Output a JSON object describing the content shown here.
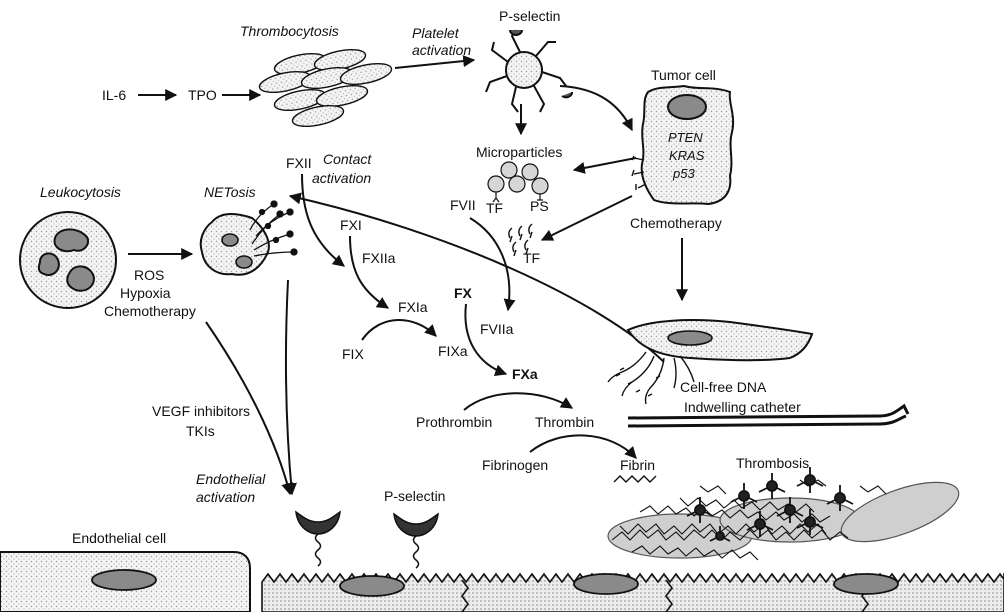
{
  "labels": {
    "il6": "IL-6",
    "tpo": "TPO",
    "thrombocytosis": "Thrombocytosis",
    "platelet_activation_1": "Platelet",
    "platelet_activation_2": "activation",
    "p_selectin_top": "P-selectin",
    "tumor_cell": "Tumor cell",
    "pten": "PTEN",
    "kras": "KRAS",
    "p53": "p53",
    "microparticles": "Microparticles",
    "tf_1": "TF",
    "ps": "PS",
    "tf_2": "TF",
    "fxii": "FXII",
    "contact_activation_1": "Contact",
    "contact_activation_2": "activation",
    "leukocytosis": "Leukocytosis",
    "netosis": "NETosis",
    "fvii": "FVII",
    "chemotherapy_right": "Chemotherapy",
    "fxi": "FXI",
    "fxiia": "FXIIa",
    "fx": "FX",
    "fxia": "FXIa",
    "fviia": "FVIIa",
    "ros": "ROS",
    "hypoxia": "Hypoxia",
    "chemotherapy_left": "Chemotherapy",
    "fix": "FIX",
    "fixa": "FIXa",
    "fxa": "FXa",
    "cell_free_dna": "Cell-free DNA",
    "indwelling_catheter": "Indwelling catheter",
    "vegf_inhibitors": "VEGF inhibitors",
    "tkis": "TKIs",
    "prothrombin": "Prothrombin",
    "thrombin": "Thrombin",
    "fibrinogen": "Fibrinogen",
    "fibrin": "Fibrin",
    "thrombosis": "Thrombosis",
    "endothelial_activation_1": "Endothelial",
    "endothelial_activation_2": "activation",
    "p_selectin_bottom": "P-selectin",
    "endothelial_cell": "Endothelial cell"
  }
}
